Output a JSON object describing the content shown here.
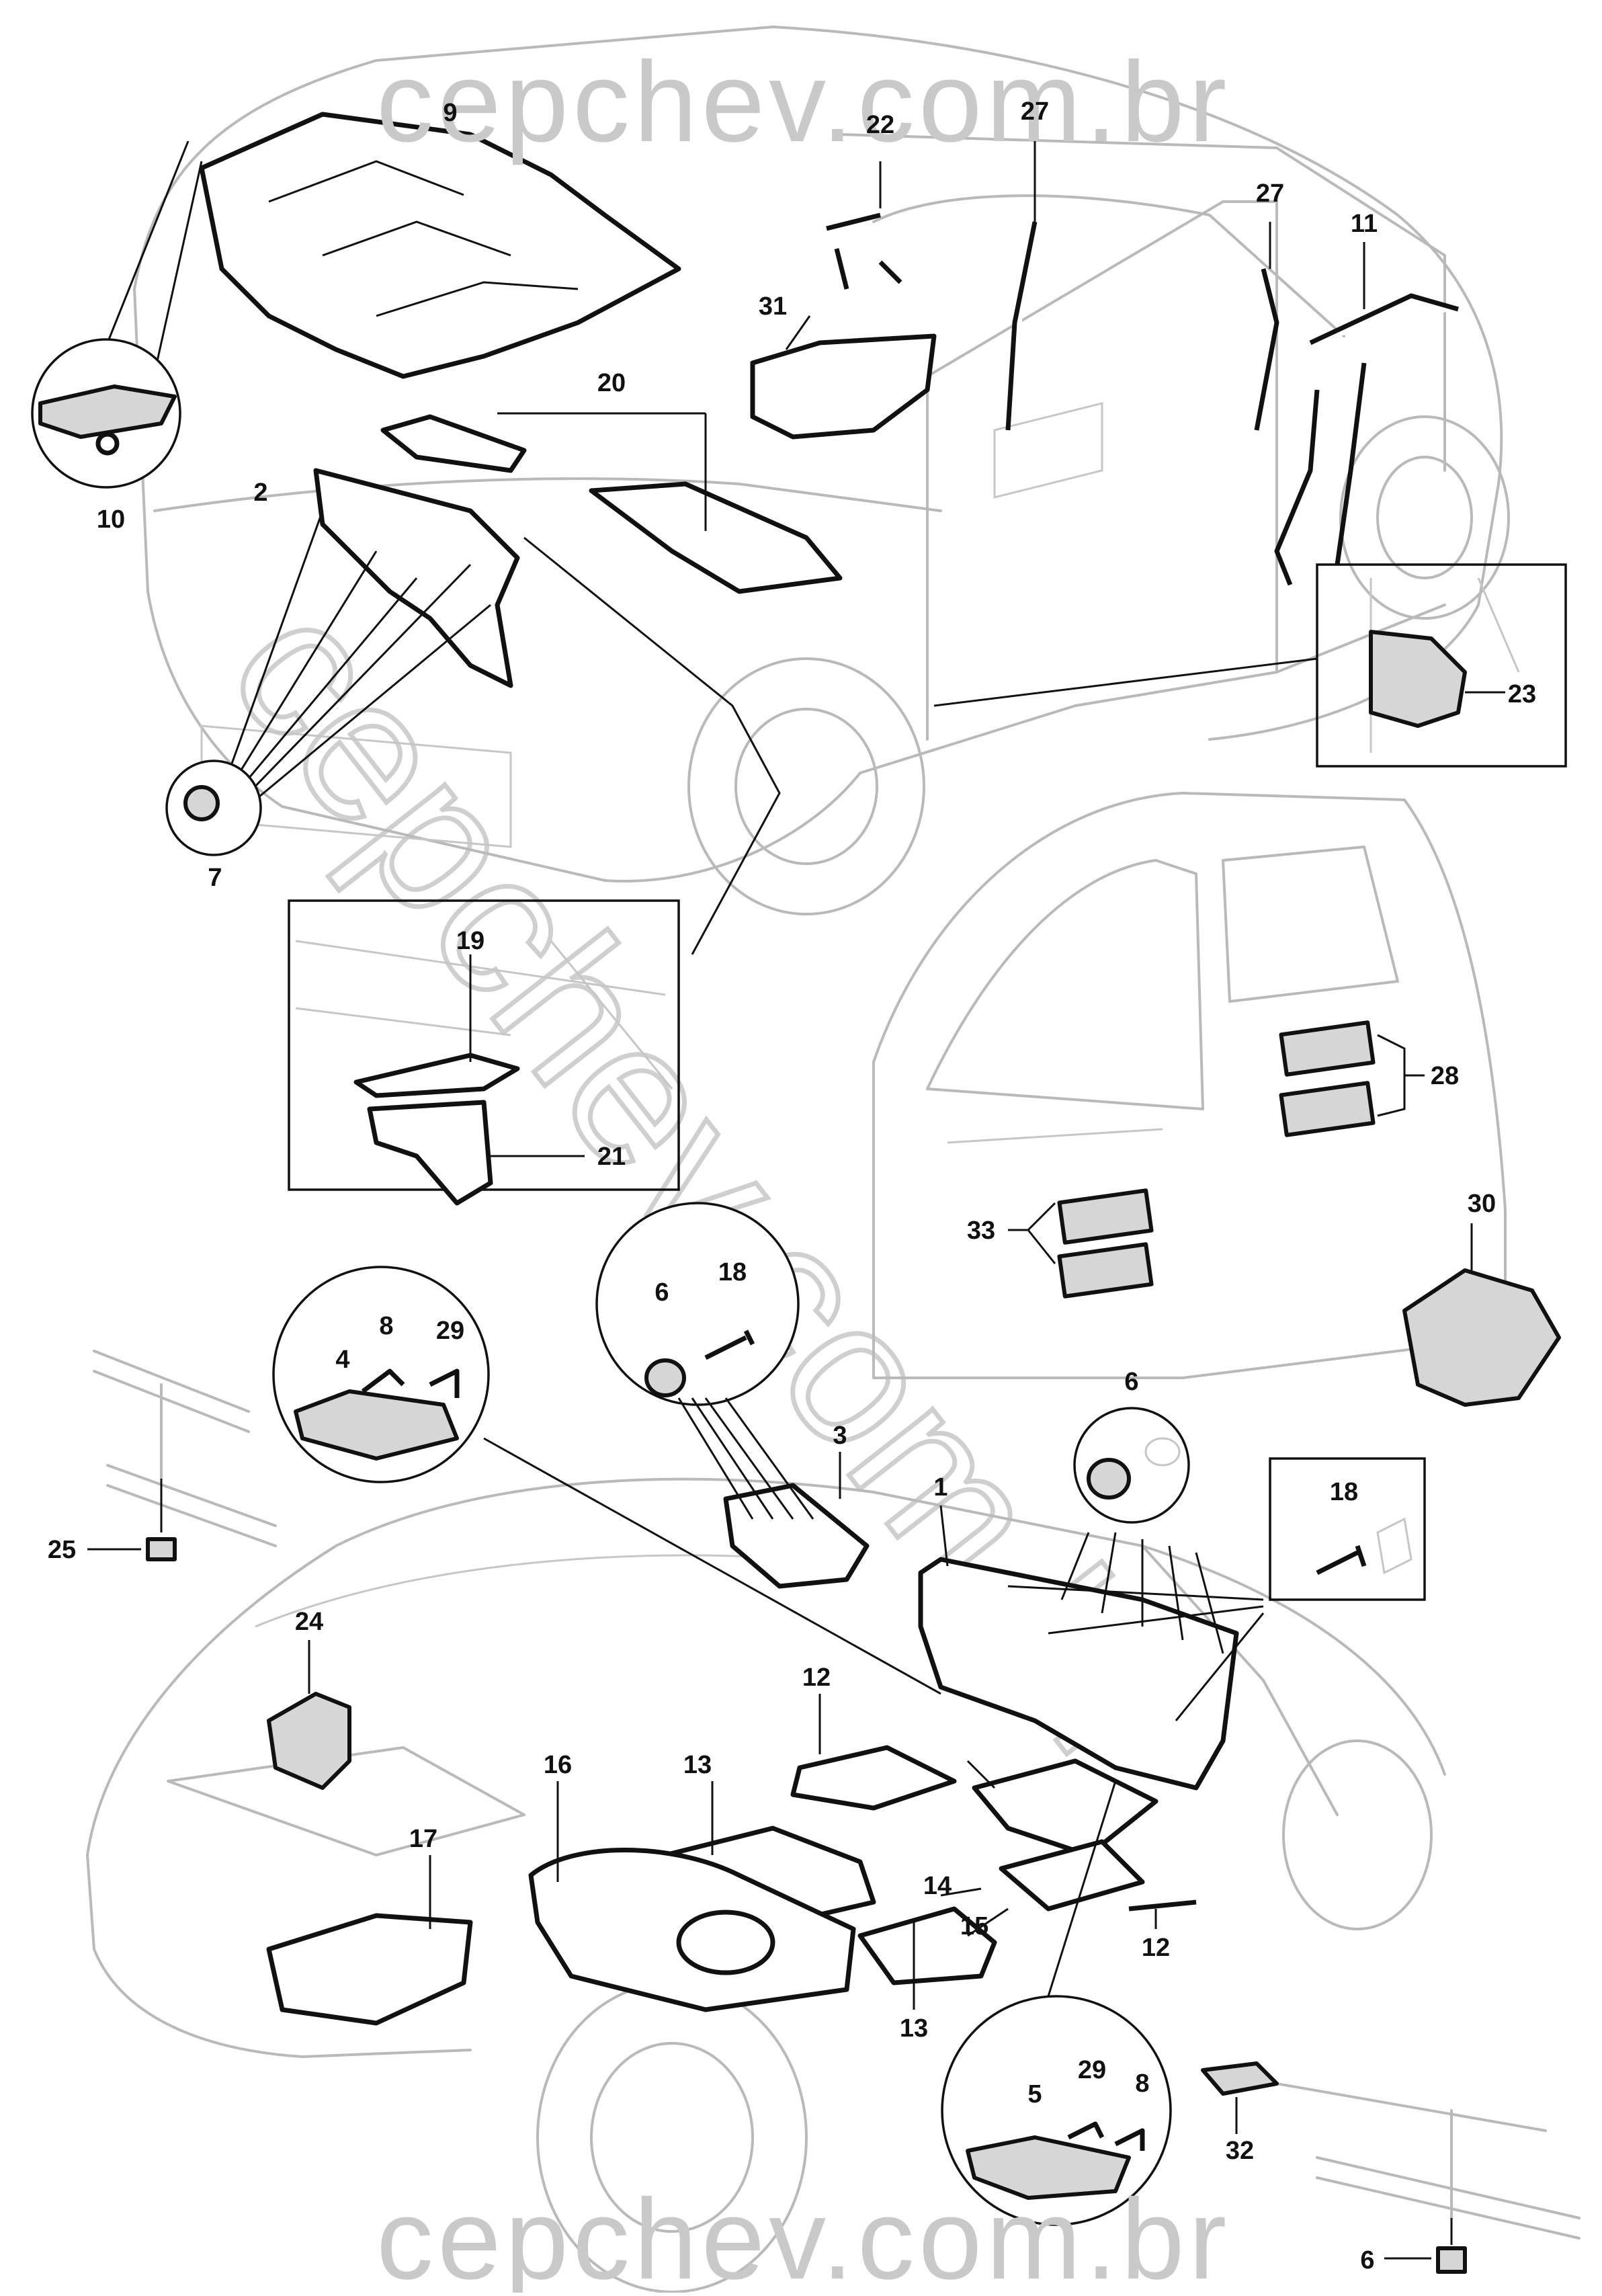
{
  "watermark": {
    "top": "cepchev.com.br",
    "bottom": "cepchev.com.br",
    "diagonal": "cepchev.com.br"
  },
  "callouts": {
    "c1": "1",
    "c2": "2",
    "c3": "3",
    "c4": "4",
    "c5": "5",
    "c6a": "6",
    "c6b": "6",
    "c6c": "6",
    "c7": "7",
    "c8a": "8",
    "c8b": "8",
    "c9": "9",
    "c10": "10",
    "c11": "11",
    "c12a": "12",
    "c12b": "12",
    "c13a": "13",
    "c13b": "13",
    "c14": "14",
    "c15": "15",
    "c16": "16",
    "c17": "17",
    "c18a": "18",
    "c18b": "18",
    "c19": "19",
    "c20": "20",
    "c21": "21",
    "c22": "22",
    "c23": "23",
    "c24": "24",
    "c25": "25",
    "c27a": "27",
    "c27b": "27",
    "c28": "28",
    "c29a": "29",
    "c29b": "29",
    "c30": "30",
    "c31": "31",
    "c32": "32",
    "c33": "33"
  },
  "colors": {
    "line": "#111111",
    "ghost": "#b9b9b9",
    "watermark": "#c9c9c9"
  }
}
